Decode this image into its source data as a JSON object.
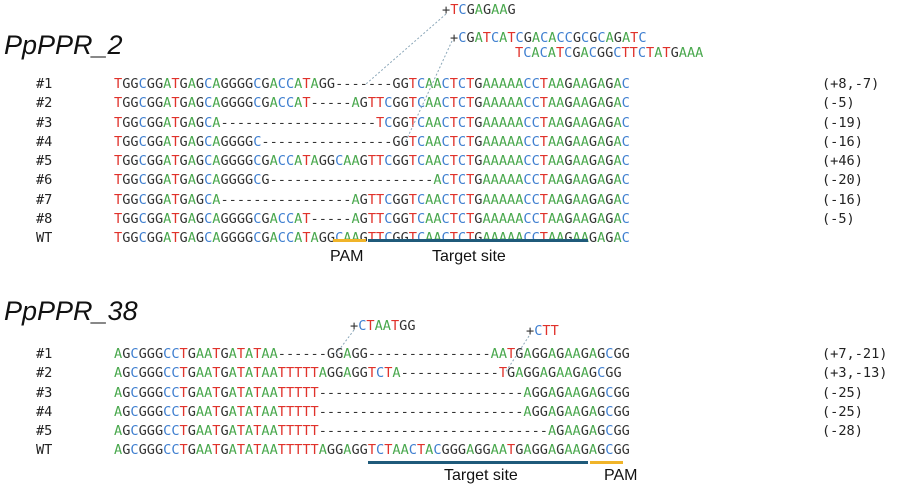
{
  "panels": [
    {
      "title": "PpPPR_2",
      "rows": [
        {
          "label": "#1",
          "seq": "TGGCGGATGAGCAGGGGCGACCATAGG-------GGTCAACTCTGAAAAACCTAAGAAGAGAC",
          "note": "(+8,-7)"
        },
        {
          "label": "#2",
          "seq": "TGGCGGATGAGCAGGGGCGACCAT-----AGTTCGGTCAACTCTGAAAAACCTAAGAAGAGAC",
          "note": "(-5)"
        },
        {
          "label": "#3",
          "seq": "TGGCGGATGAGCA-------------------TCGGTCAACTCTGAAAAACCTAAGAAGAGAC",
          "note": "(-19)"
        },
        {
          "label": "#4",
          "seq": "TGGCGGATGAGCAGGGGC----------------GGTCAACTCTGAAAAACCTAAGAAGAGAC",
          "note": "(-16)"
        },
        {
          "label": "#5",
          "seq": "TGGCGGATGAGCAGGGGCGACCATAGGCAAGTTCGGTCAACTCTGAAAAACCTAAGAAGAGAC",
          "note": "(+46)"
        },
        {
          "label": "#6",
          "seq": "TGGCGGATGAGCAGGGGCG--------------------ACTCTGAAAAACCTAAGAAGAGAC",
          "note": "(-20)"
        },
        {
          "label": "#7",
          "seq": "TGGCGGATGAGCA----------------AGTTCGGTCAACTCTGAAAAACCTAAGAAGAGAC",
          "note": "(-16)"
        },
        {
          "label": "#8",
          "seq": "TGGCGGATGAGCAGGGGCGACCAT-----AGTTCGGTCAACTCTGAAAAACCTAAGAAGAGAC",
          "note": "(-5)"
        },
        {
          "label": "WT",
          "seq": "TGGCGGATGAGCAGGGGCGACCATAGGCAAGTTCGGTCAACTCTGAAAAACCTAAGAAGAGAC",
          "note": ""
        }
      ],
      "insertions": [
        {
          "text": "+TCGAGAAG"
        },
        {
          "text": "+CGATCATCGACACCGCGCAGATC"
        },
        {
          "text": "TCACATCGACGGCTTCTATGAAA"
        }
      ],
      "pam_label": "PAM",
      "target_label": "Target site"
    },
    {
      "title": "PpPPR_38",
      "rows": [
        {
          "label": "#1",
          "seq": "AGCGGGCCTGAATGATATAA------GGAGG---------------AATGAGGAGAAGAGCGG",
          "note": "(+7,-21)"
        },
        {
          "label": "#2",
          "seq": "AGCGGGCCTGAATGATATAATTTTTAGGAGGTCTA------------TGAGGAGAAGAGCGG",
          "note": "(+3,-13)"
        },
        {
          "label": "#3",
          "seq": "AGCGGGCCTGAATGATATAATTTTT-------------------------AGGAGAAGAGCGG",
          "note": "(-25)"
        },
        {
          "label": "#4",
          "seq": "AGCGGGCCTGAATGATATAATTTTT-------------------------AGGAGAAGAGCGG",
          "note": "(-25)"
        },
        {
          "label": "#5",
          "seq": "AGCGGGCCTGAATGATATAATTTTT----------------------------AGAAGAGCGG",
          "note": "(-28)"
        },
        {
          "label": "WT",
          "seq": "AGCGGGCCTGAATGATATAATTTTTAGGAGGTCTAACTACGGGAGGAATGAGGAGAAGAGCGG",
          "note": ""
        }
      ],
      "insertions": [
        {
          "text": "+CTAATGG"
        },
        {
          "text": "+CTT"
        }
      ],
      "pam_label": "PAM",
      "target_label": "Target site"
    }
  ],
  "colors": {
    "A": "#4aa84e",
    "C": "#3f7fd0",
    "G": "#333333",
    "T": "#e0322b",
    "pam": "#f0b429",
    "target": "#1f5a7a"
  }
}
